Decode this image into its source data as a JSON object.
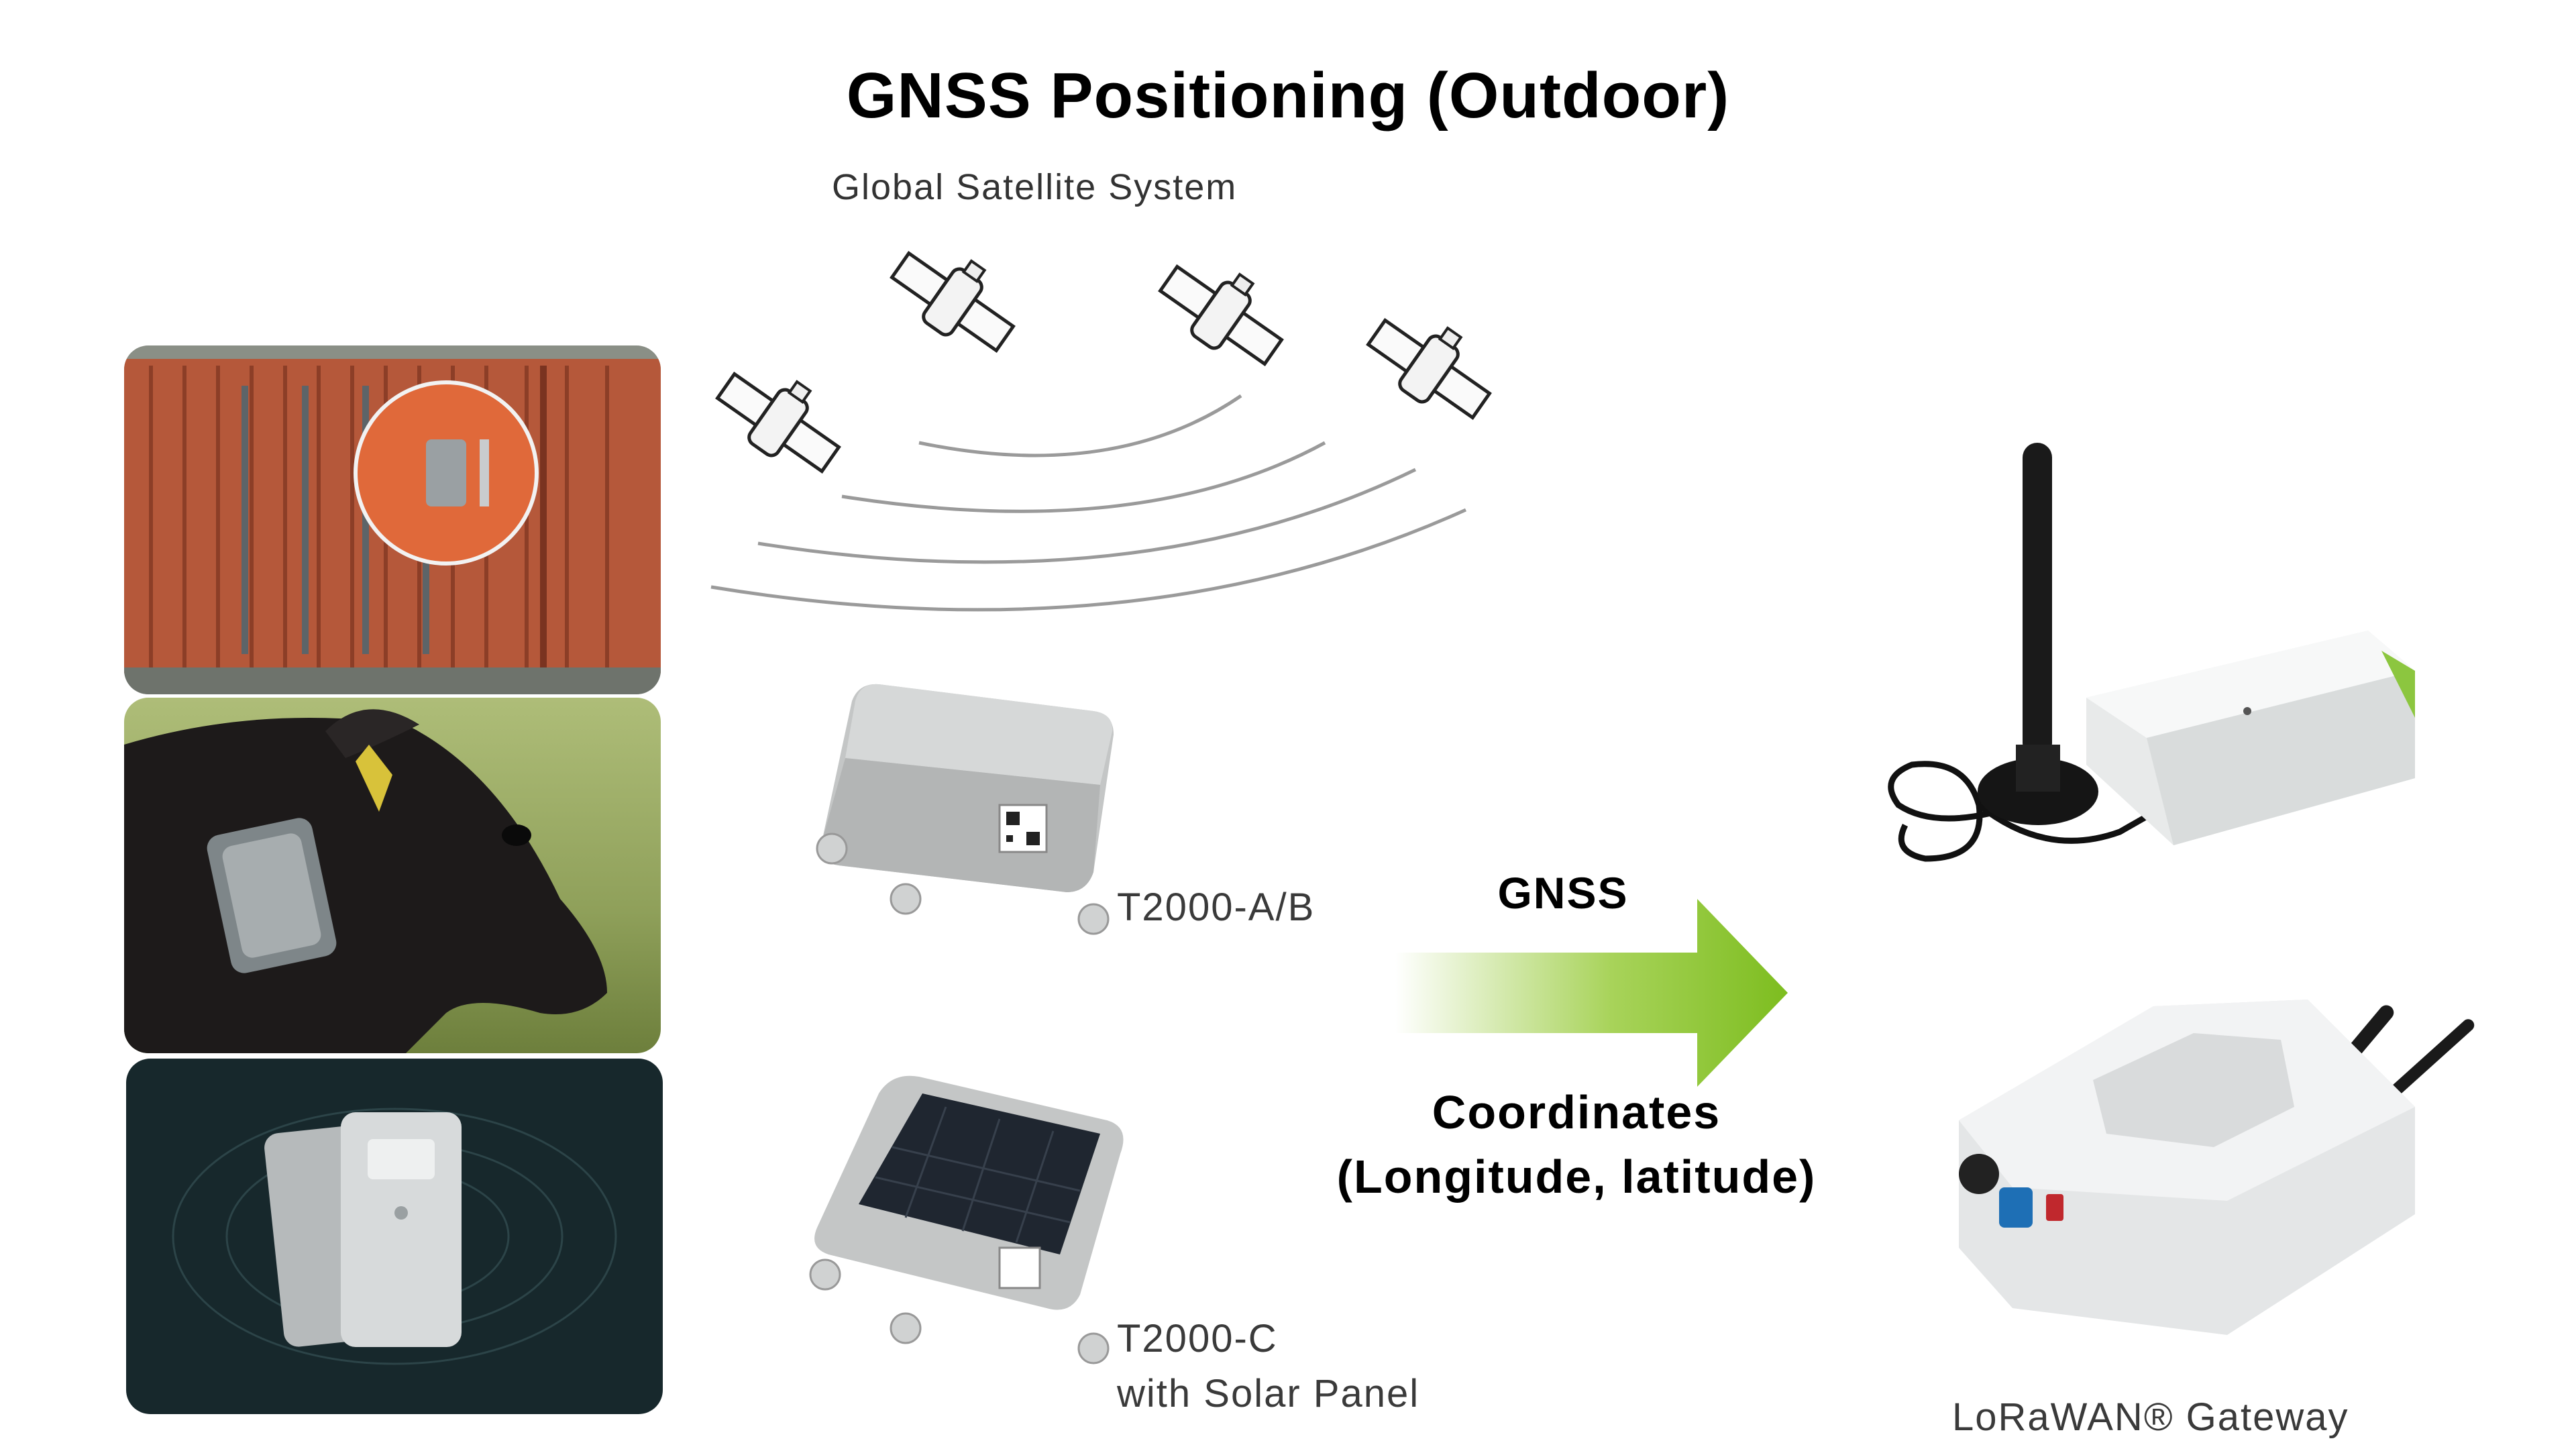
{
  "title": "GNSS Positioning (Outdoor)",
  "satellite_system_label": "Global Satellite System",
  "devices": [
    {
      "name": "T2000-A/B"
    },
    {
      "name": "T2000-C",
      "subtitle": "with Solar Panel"
    }
  ],
  "arrow": {
    "top_label": "GNSS",
    "bottom_label_line1": "Coordinates",
    "bottom_label_line2": "(Longitude, latitude)",
    "color": "#7dbd1f"
  },
  "gateway_label": "LoRaWAN® Gateway",
  "colors": {
    "container": "#b5583a",
    "dark_panel": "#17282c",
    "device_grey": "#c4c6c6"
  }
}
